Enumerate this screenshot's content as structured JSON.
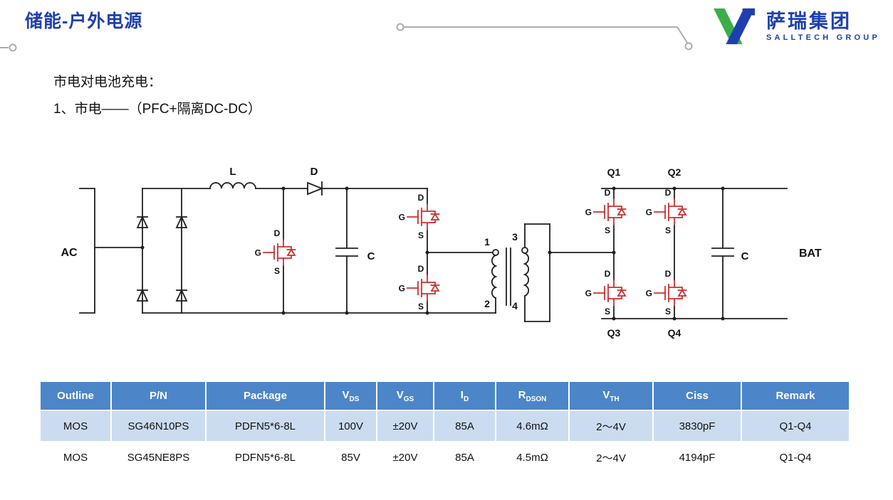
{
  "header": {
    "title": "储能-户外电源",
    "logo": {
      "cn": "萨瑞集团",
      "en": "SALLTECH GROUP"
    }
  },
  "intro": {
    "line1": "市电对电池充电：",
    "line2": "1、市电——（PFC+隔离DC-DC）"
  },
  "circuit": {
    "ac": "AC",
    "inductor": "L",
    "boost_diode": "D",
    "bus_cap": "C",
    "out_cap": "C",
    "bat": "BAT",
    "pri_top": "1",
    "pri_bot": "2",
    "sec_top": "3",
    "sec_bot": "4",
    "q1": "Q1",
    "q2": "Q2",
    "q3": "Q3",
    "q4": "Q4",
    "pin_d": "D",
    "pin_g": "G",
    "pin_s": "S"
  },
  "table": {
    "headers": [
      {
        "t": "Outline"
      },
      {
        "t": "P/N"
      },
      {
        "t": "Package"
      },
      {
        "t": "V",
        "sub": "DS"
      },
      {
        "t": "V",
        "sub": "GS"
      },
      {
        "t": "I",
        "sub": "D"
      },
      {
        "t": "R",
        "sub": "DSON"
      },
      {
        "t": "V",
        "sub": "TH"
      },
      {
        "t": "Ciss"
      },
      {
        "t": "Remark"
      }
    ],
    "rows": [
      [
        "MOS",
        "SG46N10PS",
        "PDFN5*6-8L",
        "100V",
        "±20V",
        "85A",
        "4.6mΩ",
        "2～4V",
        "3830pF",
        "Q1-Q4"
      ],
      [
        "MOS",
        "SG45NE8PS",
        "PDFN5*6-8L",
        "85V",
        "±20V",
        "85A",
        "4.5mΩ",
        "2～4V",
        "4194pF",
        "Q1-Q4"
      ]
    ]
  },
  "colors": {
    "accent_blue": "#1e3fae",
    "logo_green": "#3aae49",
    "mosfet_red": "#c83232",
    "table_header_bg": "#4c86c8",
    "table_row_alt_bg": "#cbdcf1"
  }
}
